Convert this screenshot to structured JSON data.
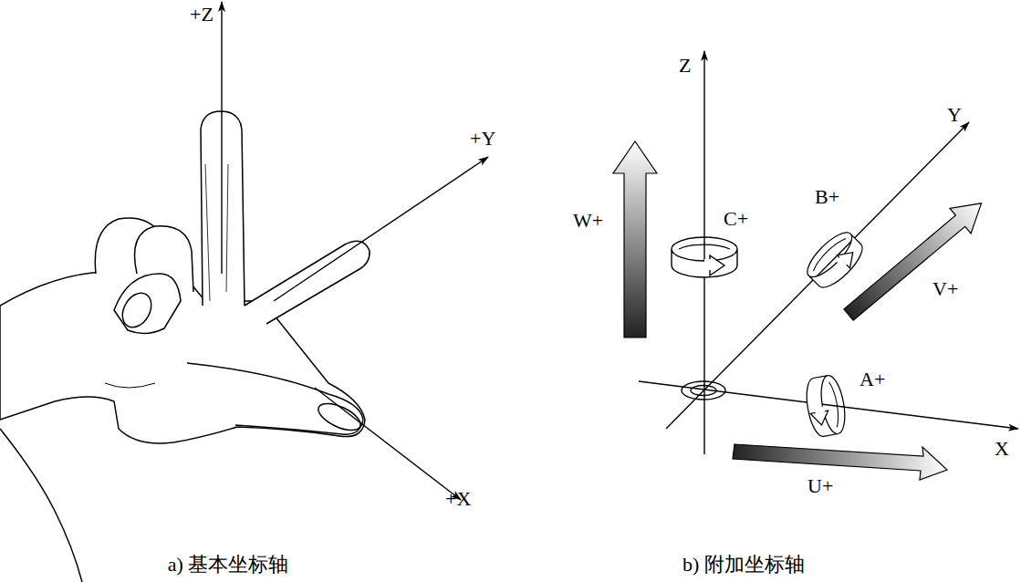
{
  "diagram": {
    "labels": [
      "+Z",
      "+Y",
      "+X",
      "a) 基本坐标轴",
      "Z",
      "Y",
      "W+",
      "C+",
      "B+",
      "V+",
      "A+",
      "X",
      "U+",
      "b) 附加坐标轴"
    ]
  }
}
